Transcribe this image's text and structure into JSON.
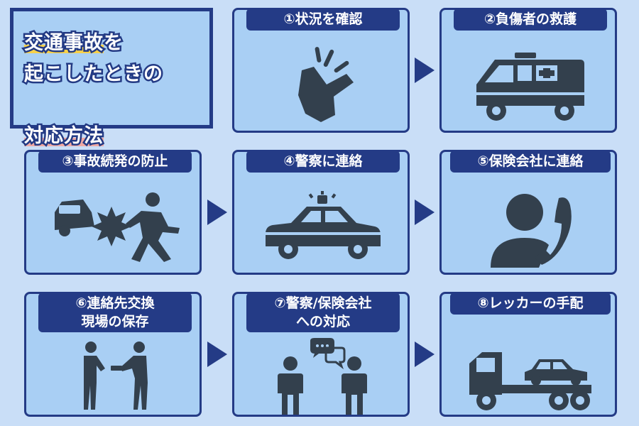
{
  "title": {
    "line1": "交通事故を",
    "line2": "起こしたときの",
    "line3": "対応方法",
    "highlight1": "交通事故",
    "rest1": "を",
    "highlight3": "対応方法"
  },
  "steps": [
    {
      "label": "①状況を確認",
      "icon": "snap-finger-icon"
    },
    {
      "label": "②負傷者の救護",
      "icon": "ambulance-icon"
    },
    {
      "label": "③事故続発の防止",
      "icon": "car-crash-icon"
    },
    {
      "label": "④警察に連絡",
      "icon": "police-car-icon"
    },
    {
      "label": "⑤保険会社に連絡",
      "icon": "phone-call-icon"
    },
    {
      "label_line1": "⑥連絡先交換",
      "label_line2": "現場の保存",
      "icon": "exchange-contact-icon"
    },
    {
      "label_line1": "⑦警察/保険会社",
      "label_line2": "への対応",
      "icon": "conversation-icon"
    },
    {
      "label": "⑧レッカーの手配",
      "icon": "tow-truck-icon"
    }
  ],
  "colors": {
    "navy": "#243b86",
    "card": "#a9cff4",
    "background": "#c9def7",
    "icon": "#33404d",
    "yellow": "#f7d14a",
    "pink": "#f0a9a3"
  }
}
